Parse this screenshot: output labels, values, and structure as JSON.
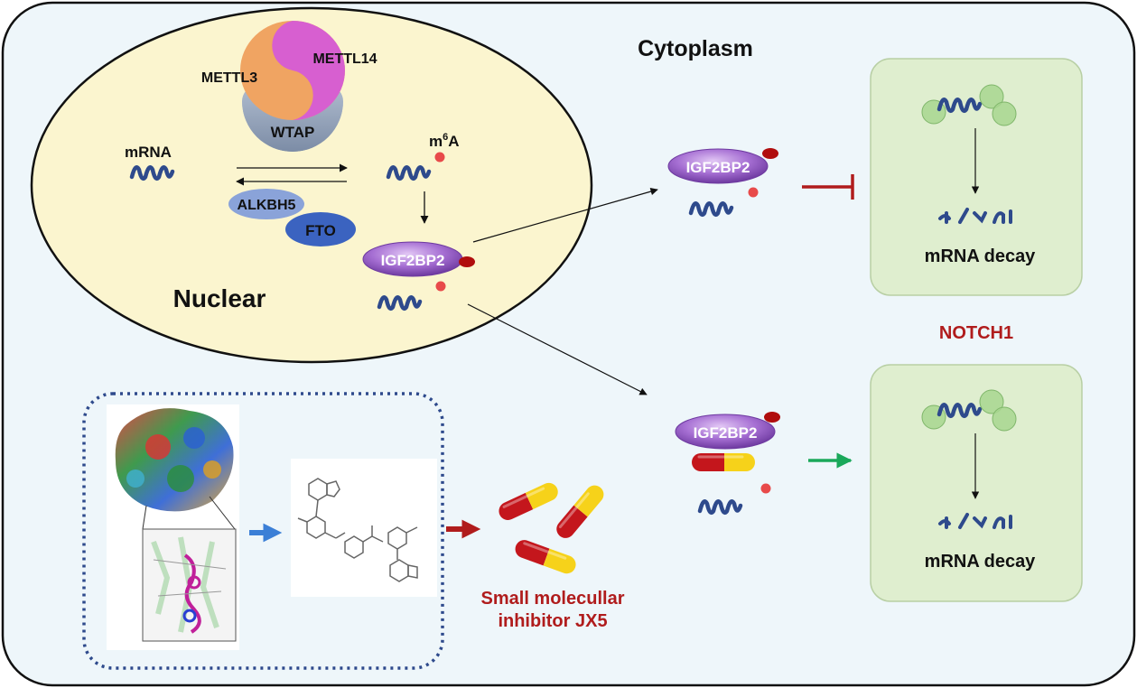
{
  "labels": {
    "cytoplasm": "Cytoplasm",
    "nuclear": "Nuclear",
    "mettl3": "METTL3",
    "mettl14": "METTL14",
    "wtap": "WTAP",
    "mrna": "mRNA",
    "m6a_base": "m",
    "m6a_sup": "6",
    "m6a_tail": "A",
    "alkbh5": "ALKBH5",
    "fto": "FTO",
    "igf2bp2": "IGF2BP2",
    "mrna_decay": "mRNA decay",
    "notch1": "NOTCH1",
    "inhibitor_line1": "Small molecullar",
    "inhibitor_line2": "inhibitor JX5"
  },
  "colors": {
    "cell_bg": "#eef6fa",
    "nucleus_bg": "#fbf5cf",
    "rna": "#2e4a8c",
    "m6a_dot": "#e84a4a",
    "igf_purple": "#9b5fc8",
    "fto_blue": "#3b63c0",
    "alkbh5_blue": "#8aa3d9",
    "inhibit_red": "#b01c1c",
    "promote_green": "#1aa85a",
    "text_red": "#b01c1c",
    "decay_box": "#dfeecf",
    "capsule_red": "#c4161c",
    "capsule_yellow": "#f6d21a"
  }
}
